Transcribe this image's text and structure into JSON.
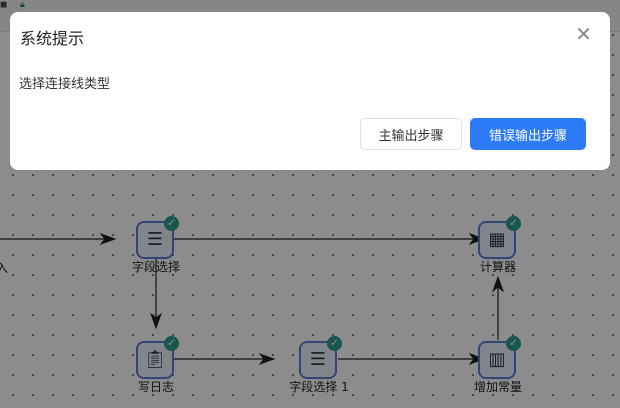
{
  "dialog": {
    "title": "系统提示",
    "message": "选择连接线类型",
    "close_icon": "close-icon",
    "buttons": {
      "main_output": "主输出步骤",
      "error_output": "错误输出步骤"
    },
    "accent": "#2d7bf7"
  },
  "canvas": {
    "partial_label": "入",
    "nodes": [
      {
        "id": "field-select",
        "label": "字段选择",
        "icon": "field-select-icon"
      },
      {
        "id": "calculator",
        "label": "计算器",
        "icon": "calculator-icon"
      },
      {
        "id": "write-log",
        "label": "写日志",
        "icon": "write-log-icon"
      },
      {
        "id": "field-select-1",
        "label": "字段选择 1",
        "icon": "field-select-icon"
      },
      {
        "id": "add-constant",
        "label": "增加常量",
        "icon": "add-constant-icon"
      }
    ]
  }
}
